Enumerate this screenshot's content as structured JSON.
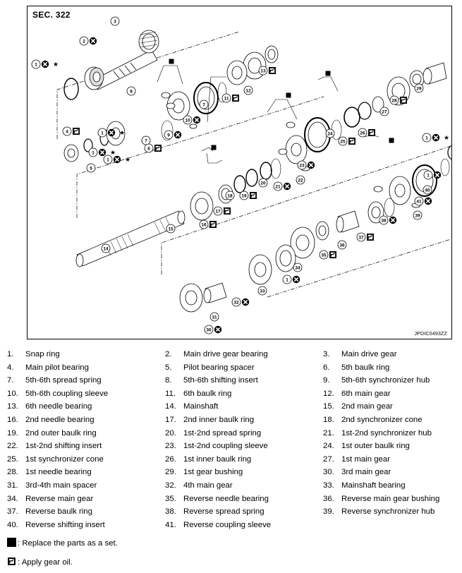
{
  "diagram": {
    "section_label": "SEC. 322",
    "reference_code": "JPDIC0493ZZ",
    "callouts": [
      "1",
      "2",
      "3",
      "1",
      "1",
      "4",
      "5",
      "1",
      "6",
      "7",
      "8",
      "9",
      "10",
      "7",
      "11",
      "12",
      "13",
      "14",
      "15",
      "16",
      "17",
      "18",
      "19",
      "20",
      "21",
      "22",
      "23",
      "24",
      "25",
      "26",
      "27",
      "28",
      "29",
      "30",
      "31",
      "32",
      "33",
      "1",
      "34",
      "35",
      "36",
      "37",
      "38",
      "39",
      "40",
      "41",
      "1",
      "1"
    ]
  },
  "parts": [
    {
      "num": "1.",
      "name": "Snap ring"
    },
    {
      "num": "2.",
      "name": "Main drive gear bearing"
    },
    {
      "num": "3.",
      "name": "Main drive gear"
    },
    {
      "num": "4.",
      "name": "Main pilot bearing"
    },
    {
      "num": "5.",
      "name": "Pilot bearing spacer"
    },
    {
      "num": "6.",
      "name": "5th baulk ring"
    },
    {
      "num": "7.",
      "name": "5th-6th spread spring"
    },
    {
      "num": "8.",
      "name": "5th-6th shifting insert"
    },
    {
      "num": "9.",
      "name": "5th-6th synchronizer hub"
    },
    {
      "num": "10.",
      "name": "5th-6th coupling sleeve"
    },
    {
      "num": "11.",
      "name": "6th baulk ring"
    },
    {
      "num": "12.",
      "name": "6th main gear"
    },
    {
      "num": "13.",
      "name": "6th needle bearing"
    },
    {
      "num": "14.",
      "name": "Mainshaft"
    },
    {
      "num": "15.",
      "name": "2nd main gear"
    },
    {
      "num": "16.",
      "name": "2nd needle bearing"
    },
    {
      "num": "17.",
      "name": "2nd inner baulk ring"
    },
    {
      "num": "18.",
      "name": "2nd synchronizer cone"
    },
    {
      "num": "19.",
      "name": "2nd outer baulk ring"
    },
    {
      "num": "20.",
      "name": "1st-2nd spread spring"
    },
    {
      "num": "21.",
      "name": "1st-2nd synchronizer hub"
    },
    {
      "num": "22.",
      "name": "1st-2nd shifting insert"
    },
    {
      "num": "23.",
      "name": "1st-2nd coupling sleeve"
    },
    {
      "num": "24.",
      "name": "1st outer baulk ring"
    },
    {
      "num": "25.",
      "name": "1st synchronizer cone"
    },
    {
      "num": "26.",
      "name": "1st inner baulk ring"
    },
    {
      "num": "27.",
      "name": "1st main gear"
    },
    {
      "num": "28.",
      "name": "1st needle bearing"
    },
    {
      "num": "29.",
      "name": "1st gear bushing"
    },
    {
      "num": "30.",
      "name": "3rd main gear"
    },
    {
      "num": "31.",
      "name": "3rd-4th main spacer"
    },
    {
      "num": "32.",
      "name": "4th main gear"
    },
    {
      "num": "33.",
      "name": "Mainshaft bearing"
    },
    {
      "num": "34.",
      "name": "Reverse main gear"
    },
    {
      "num": "35.",
      "name": "Reverse needle bearing"
    },
    {
      "num": "36.",
      "name": "Reverse main gear bushing"
    },
    {
      "num": "37.",
      "name": "Reverse baulk ring"
    },
    {
      "num": "38.",
      "name": "Reverse spread spring"
    },
    {
      "num": "39.",
      "name": "Reverse synchronizer hub"
    },
    {
      "num": "40.",
      "name": "Reverse shifting insert"
    },
    {
      "num": "41.",
      "name": "Reverse coupling sleeve"
    }
  ],
  "notes": {
    "replace_set": ": Replace the parts as a set.",
    "apply_oil": ": Apply gear oil."
  }
}
